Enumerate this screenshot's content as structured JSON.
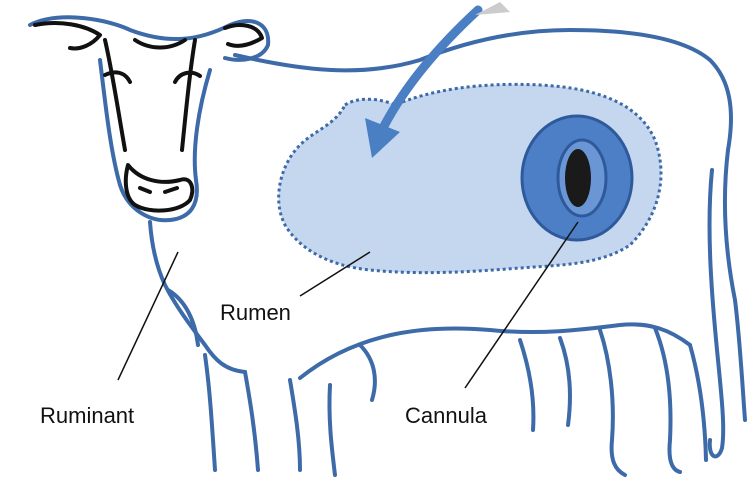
{
  "labels": {
    "rumen": "Rumen",
    "ruminant": "Ruminant",
    "cannula": "Cannula"
  },
  "colors": {
    "outline": "#3d6aa8",
    "rumen_fill": "#c5d7ef",
    "cannula_outer": "#4d7fc6",
    "cannula_ring": "#2e5a9c",
    "cannula_hole": "#1a1a1a",
    "face_lines": "#111111",
    "arrow": "#4a7fc4"
  },
  "icons": [
    "cow-outline",
    "rumen-shape",
    "cannula-port",
    "feed-arrow"
  ]
}
